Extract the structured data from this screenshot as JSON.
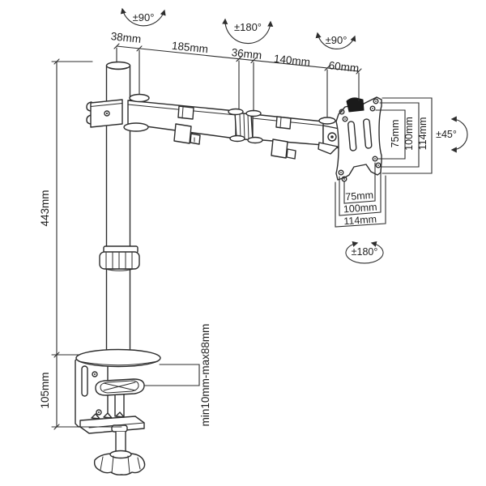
{
  "diagram": {
    "background": "#ffffff",
    "line_color": "#2d2d2d",
    "labels": {
      "dim_38": "38mm",
      "dim_185": "185mm",
      "dim_36": "36mm",
      "dim_140": "140mm",
      "dim_60": "60mm",
      "rot_pole": "±90°",
      "rot_elbow": "±180°",
      "rot_head": "±90°",
      "dim_pole_height": "443mm",
      "dim_clamp_height": "105mm",
      "dim_clamp_range": "min10mm-max88mm",
      "vesa_right_75": "75mm",
      "vesa_right_100": "100mm",
      "vesa_right_114": "114mm",
      "rot_tilt": "±45°",
      "vesa_bottom_75": "75mm",
      "vesa_bottom_100": "100mm",
      "vesa_bottom_114": "114mm",
      "rot_swivel": "±180°"
    }
  }
}
